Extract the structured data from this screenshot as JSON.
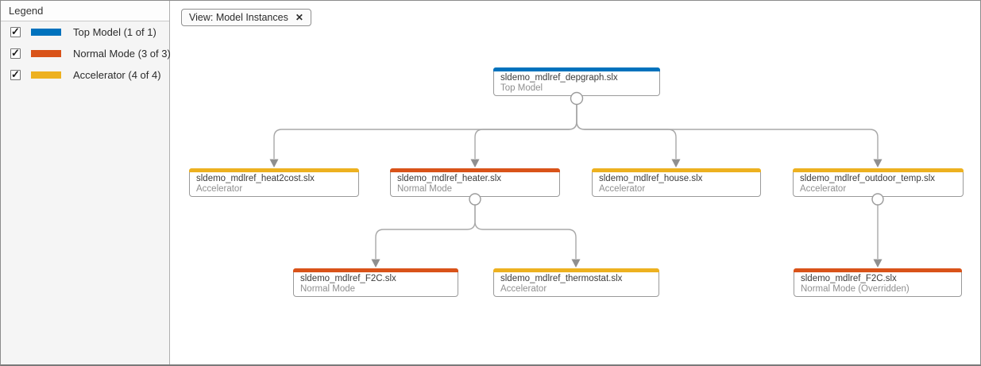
{
  "legend": {
    "title": "Legend",
    "items": [
      {
        "label": "Top Model (1 of 1)",
        "color": "#0072BD",
        "checked": true
      },
      {
        "label": "Normal Mode (3 of 3)",
        "color": "#D95319",
        "checked": true
      },
      {
        "label": "Accelerator (4 of 4)",
        "color": "#EDB120",
        "checked": true
      }
    ]
  },
  "view_chip": {
    "label": "View: Model Instances",
    "close_icon": "✕"
  },
  "colors": {
    "top_model": "#0072BD",
    "normal_mode": "#D95319",
    "accelerator": "#EDB120",
    "edge": "#a8a8a8"
  },
  "nodes": [
    {
      "id": "depgraph",
      "title": "sldemo_mdlref_depgraph.slx",
      "subtitle": "Top Model",
      "color": "#0072BD"
    },
    {
      "id": "heat2cost",
      "title": "sldemo_mdlref_heat2cost.slx",
      "subtitle": "Accelerator",
      "color": "#EDB120"
    },
    {
      "id": "heater",
      "title": "sldemo_mdlref_heater.slx",
      "subtitle": "Normal Mode",
      "color": "#D95319"
    },
    {
      "id": "house",
      "title": "sldemo_mdlref_house.slx",
      "subtitle": "Accelerator",
      "color": "#EDB120"
    },
    {
      "id": "outdoor-temp",
      "title": "sldemo_mdlref_outdoor_temp.slx",
      "subtitle": "Accelerator",
      "color": "#EDB120"
    },
    {
      "id": "f2c",
      "title": "sldemo_mdlref_F2C.slx",
      "subtitle": "Normal Mode",
      "color": "#D95319"
    },
    {
      "id": "thermostat",
      "title": "sldemo_mdlref_thermostat.slx",
      "subtitle": "Accelerator",
      "color": "#EDB120"
    },
    {
      "id": "f2c-overridden",
      "title": "sldemo_mdlref_F2C.slx",
      "subtitle": "Normal Mode (Overridden)",
      "color": "#D95319"
    }
  ]
}
